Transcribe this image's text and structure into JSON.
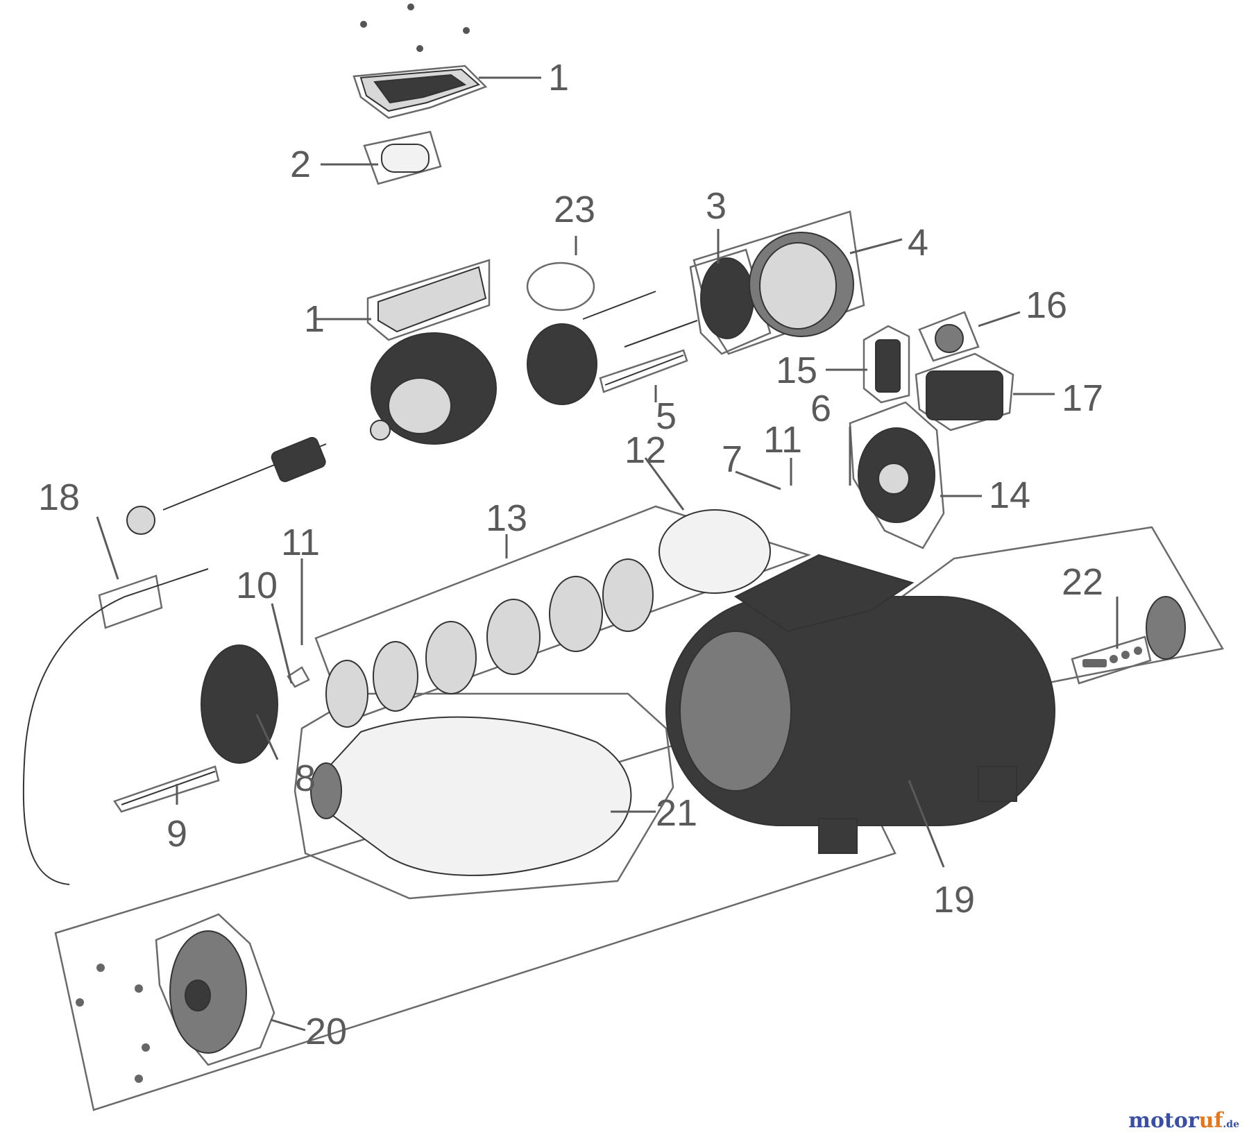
{
  "callouts": {
    "c1a": "1",
    "c1b": "1",
    "c2": "2",
    "c3": "3",
    "c4": "4",
    "c5": "5",
    "c6": "6",
    "c7": "7",
    "c8": "8",
    "c9": "9",
    "c10": "10",
    "c11a": "11",
    "c11b": "11",
    "c12": "12",
    "c13": "13",
    "c14": "14",
    "c15": "15",
    "c16": "16",
    "c17": "17",
    "c18": "18",
    "c19": "19",
    "c20": "20",
    "c21": "21",
    "c22": "22",
    "c23": "23"
  },
  "watermark": {
    "part1": "motor",
    "part2": "uf",
    "part3": ".de"
  }
}
